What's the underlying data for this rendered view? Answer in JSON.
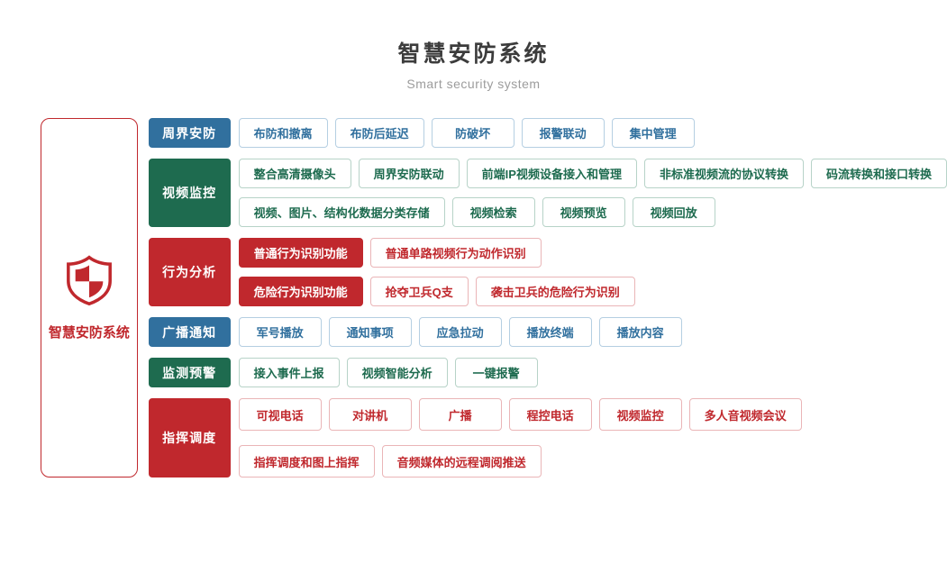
{
  "header": {
    "title": "智慧安防系统",
    "subtitle": "Smart security system"
  },
  "left_panel": {
    "icon": "shield-check-icon",
    "label": "智慧安防系统"
  },
  "colors": {
    "blue": "#31709e",
    "green": "#1e6b4f",
    "red": "#c0282d",
    "chip_border_blue": "#b5cfe2",
    "chip_border_green": "#b7d3c8",
    "chip_border_red": "#eab5b7",
    "title_text": "#3c3c3c",
    "subtitle_text": "#9c9c9c"
  },
  "sections": [
    {
      "label": "周界安防",
      "color": "blue",
      "lines": [
        [
          {
            "text": "布防和撤离"
          },
          {
            "text": "布防后延迟"
          },
          {
            "text": "防破坏"
          },
          {
            "text": "报警联动"
          },
          {
            "text": "集中管理"
          }
        ]
      ]
    },
    {
      "label": "视频监控",
      "color": "green",
      "lines": [
        [
          {
            "text": "整合高清摄像头"
          },
          {
            "text": "周界安防联动"
          },
          {
            "text": "前端IP视频设备接入和管理"
          },
          {
            "text": "非标准视频流的协议转换"
          },
          {
            "text": "码流转换和接口转换"
          }
        ],
        [
          {
            "text": "视频、图片、结构化数据分类存储"
          },
          {
            "text": "视频检索"
          },
          {
            "text": "视频预览"
          },
          {
            "text": "视频回放"
          }
        ]
      ]
    },
    {
      "label": "行为分析",
      "color": "red",
      "lines": [
        [
          {
            "text": "普通行为识别功能",
            "filled": true
          },
          {
            "text": "普通单路视频行为动作识别"
          }
        ],
        [
          {
            "text": "危险行为识别功能",
            "filled": true
          },
          {
            "text": "抢夺卫兵Q支"
          },
          {
            "text": "袭击卫兵的危险行为识别"
          }
        ]
      ]
    },
    {
      "label": "广播通知",
      "color": "blue",
      "lines": [
        [
          {
            "text": "军号播放"
          },
          {
            "text": "通知事项"
          },
          {
            "text": "应急拉动"
          },
          {
            "text": "播放终端"
          },
          {
            "text": "播放内容"
          }
        ]
      ]
    },
    {
      "label": "监测预警",
      "color": "green",
      "lines": [
        [
          {
            "text": "接入事件上报"
          },
          {
            "text": "视频智能分析"
          },
          {
            "text": "一键报警"
          }
        ]
      ]
    },
    {
      "label": "指挥调度",
      "color": "red",
      "lines": [
        [
          {
            "text": "可视电话"
          },
          {
            "text": "对讲机"
          },
          {
            "text": "广播"
          },
          {
            "text": "程控电话"
          },
          {
            "text": "视频监控"
          },
          {
            "text": "多人音视频会议"
          }
        ],
        [
          {
            "text": "指挥调度和图上指挥"
          },
          {
            "text": "音频媒体的远程调阅推送"
          }
        ]
      ]
    }
  ]
}
